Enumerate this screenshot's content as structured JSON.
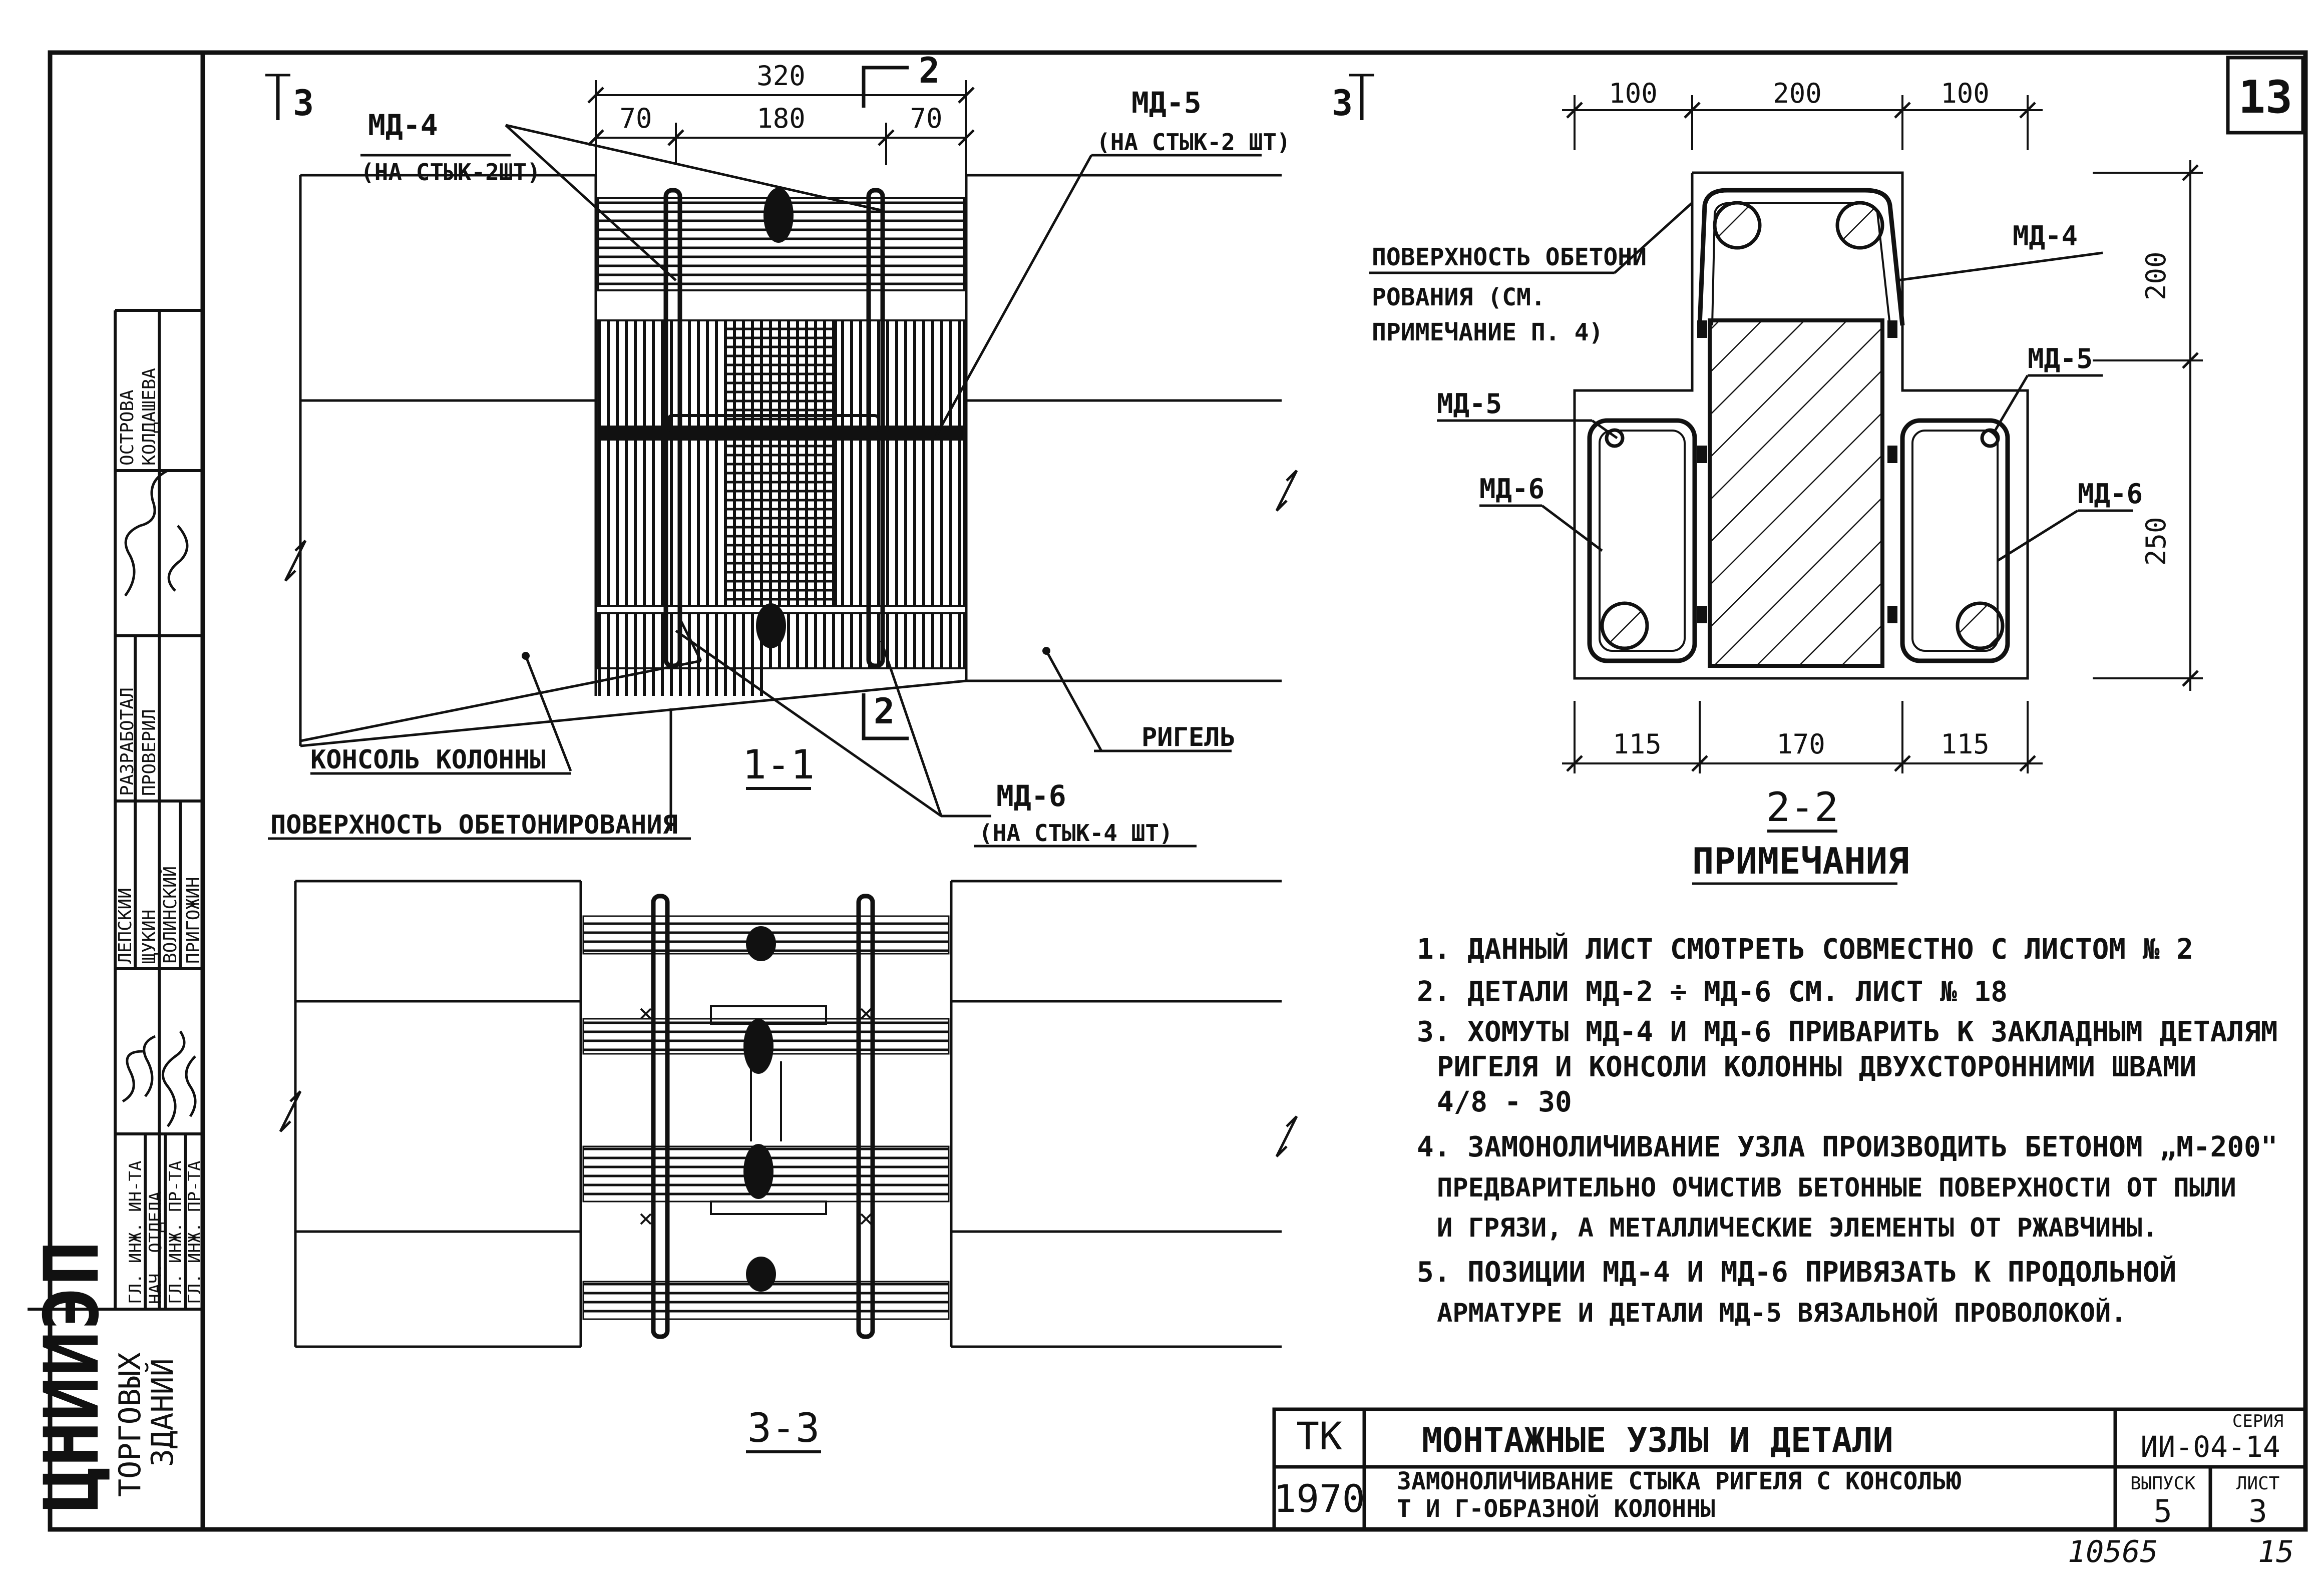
{
  "sheet_number": "13",
  "footer": {
    "archive_number": "10565",
    "page": "15"
  },
  "section_markers": {
    "s3_left": "3",
    "s3_right": "3",
    "s2_top": "2",
    "s2_bottom": "2"
  },
  "view_1_1": {
    "title": "1-1",
    "dims": {
      "total": "320",
      "left": "70",
      "mid": "180",
      "right": "70"
    },
    "callouts": {
      "md4_name": "МД-4",
      "md4_qty": "(НА СТЫК-2ШТ)",
      "md5_name": "МД-5",
      "md5_qty": "(НА СТЫК-2 ШТ)",
      "md6_name": "МД-6",
      "md6_qty": "(НА СТЫК-4 ШТ)",
      "console": "КОНСОЛЬ КОЛОННЫ",
      "surface": "ПОВЕРХНОСТЬ ОБЕТОНИРОВАНИЯ",
      "girder": "РИГЕЛЬ"
    }
  },
  "view_2_2": {
    "title": "2-2",
    "top_dims": [
      "100",
      "200",
      "100"
    ],
    "bottom_dims": [
      "115",
      "170",
      "115"
    ],
    "right_dims": [
      "200",
      "250"
    ],
    "surface_l1": "ПОВЕРХНОСТЬ ОБЕТОНИ",
    "surface_l2": "РОВАНИЯ (СМ.",
    "surface_l3": "ПРИМЕЧАНИЕ П. 4)",
    "md4": "МД-4",
    "md5_left": "МД-5",
    "md5_right": "МД-5",
    "md6_left": "МД-6",
    "md6_right": "МД-6"
  },
  "view_3_3": {
    "title": "3-3"
  },
  "notes": {
    "heading": "ПРИМЕЧАНИЯ",
    "lines": [
      "1. ДАННЫЙ ЛИСТ СМОТРЕТЬ СОВМЕСТНО С ЛИСТОМ № 2",
      "2. ДЕТАЛИ МД-2 ÷ МД-6 СМ. ЛИСТ № 18",
      "3. ХОМУТЫ МД-4 И МД-6 ПРИВАРИТЬ К ЗАКЛАДНЫМ ДЕТАЛЯМ",
      "РИГЕЛЯ И КОНСОЛИ КОЛОННЫ ДВУХСТОРОННИМИ ШВАМИ",
      "4/8 - 30",
      "4. ЗАМОНОЛИЧИВАНИЕ УЗЛА ПРОИЗВОДИТЬ БЕТОНОМ „М-200\"",
      "ПРЕДВАРИТЕЛЬНО ОЧИСТИВ БЕТОННЫЕ ПОВЕРХНОСТИ ОТ ПЫЛИ",
      "И ГРЯЗИ, А МЕТАЛЛИЧЕСКИЕ ЭЛЕМЕНТЫ ОТ РЖАВЧИНЫ.",
      "5. ПОЗИЦИИ МД-4 И МД-6 ПРИВЯЗАТЬ К ПРОДОЛЬНОЙ",
      "АРМАТУРЕ И ДЕТАЛИ МД-5 ВЯЗАЛЬНОЙ ПРОВОЛОКОЙ."
    ]
  },
  "title_block": {
    "code": "ТК",
    "year": "1970",
    "title": "МОНТАЖНЫЕ УЗЛЫ И ДЕТАЛИ",
    "subtitle_1": "ЗАМОНОЛИЧИВАНИЕ СТЫКА РИГЕЛЯ С КОНСОЛЬЮ",
    "subtitle_2": "Т И Г-ОБРАЗНОЙ КОЛОННЫ",
    "series_label": "СЕРИЯ",
    "series_value": "ИИ-04-14",
    "issue_label": "ВЫПУСК",
    "issue_value": "5",
    "sheet_label": "ЛИСТ",
    "sheet_value": "3"
  },
  "side_stamp": {
    "org_main": "ЦНИИЭП",
    "org_sub_1": "ТОРГОВЫХ",
    "org_sub_2": "ЗДАНИЙ",
    "roles": [
      "ГЛ. ИНЖ. ИН-ТА",
      "НАЧ. ОТДЕЛА",
      "ГЛ. ИНЖ. ПР-ТА",
      "ГЛ. ИНЖ. ПР-ТА"
    ],
    "names": [
      "ЛЕПСКИЙ",
      "ЩУКИН",
      "ВОЛИНСКИЙ",
      "ПРИГОЖИН"
    ],
    "roles_2": [
      "РАЗРАБОТАЛ",
      "ПРОВЕРИЛ"
    ],
    "names_2": [
      "ОСТРОВА",
      "КОЛДАШЕВА"
    ]
  }
}
